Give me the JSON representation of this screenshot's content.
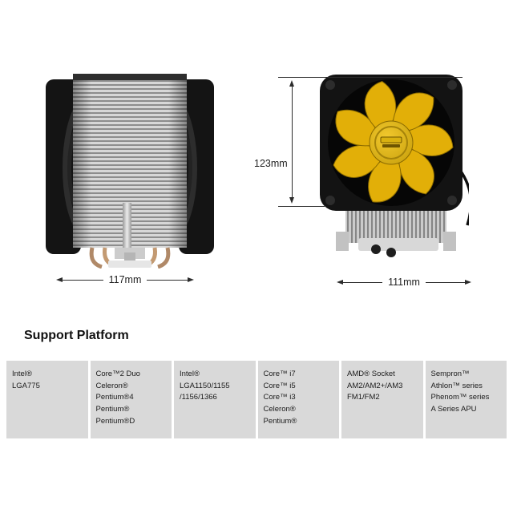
{
  "product": {
    "left_photo": "cpu-cooler-side-view-dual-fan-tower",
    "right_photo": "cpu-cooler-front-view-yellow-fan"
  },
  "dimensions": {
    "left_width": "117mm",
    "right_height": "123mm",
    "right_width": "111mm"
  },
  "support": {
    "title": "Support Platform",
    "cells": [
      {
        "text": "Intel®\nLGA775"
      },
      {
        "text": "Core™2 Duo\nCeleron®\nPentium®4\nPentium®\nPentium®D"
      },
      {
        "text": "Intel®\nLGA1150/1155\n/1156/1366"
      },
      {
        "text": "Core™ i7\nCore™ i5\nCore™ i3\nCeleron®\nPentium®"
      },
      {
        "text": "AMD® Socket\nAM2/AM2+/AM3\nFM1/FM2"
      },
      {
        "text": "Sempron™\nAthlon™ series\nPhenom™ series\nA Series APU"
      }
    ]
  },
  "colors": {
    "fan_yellow": "#e2af08",
    "frame_black": "#131313",
    "cell_gray": "#d9d9d9",
    "dim_line": "#2b2b2b"
  }
}
